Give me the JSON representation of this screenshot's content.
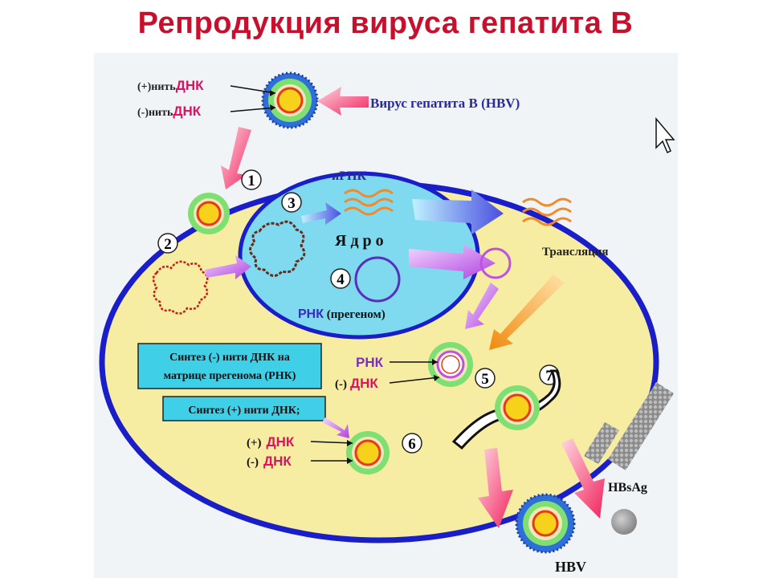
{
  "slide": {
    "title": "Репродукция вируса гепатита В"
  },
  "diagram": {
    "virus_label": "Вирус гепатита В (HBV)",
    "plus_strand_prefix": "(+)нить",
    "minus_strand_prefix": "(-)нить",
    "dnk": "ДНК",
    "mrna_label": "иРНК",
    "nucleus_label": "Я д р о",
    "translation_label": "Трансляция",
    "rna_pregenome": {
      "rnk": "РНК",
      "rest": " (прегеном)"
    },
    "synth_minus": {
      "line1": "Синтез (-) нити ДНК на",
      "line2": "матрице прегенома (РНК)"
    },
    "synth_plus": "Синтез (+) нити ДНК;",
    "rnk": "РНК",
    "minus_sign": "(-)",
    "plus_paren": "(+)",
    "minus_paren": "(-)",
    "hbsag": "HBsAg",
    "hbv": "HBV",
    "steps": [
      "1",
      "2",
      "3",
      "4",
      "5",
      "6",
      "7"
    ]
  },
  "colors": {
    "title": "#c8102e",
    "cytoplasm": "#f6eca2",
    "cell_border": "#1a1ec8",
    "nucleus": "#7fd9ef",
    "dnk_text": "#e0115f",
    "rna_text": "#7b2fbe",
    "label_blue": "#2a2a9a",
    "box_fill": "#3fd0e8"
  }
}
